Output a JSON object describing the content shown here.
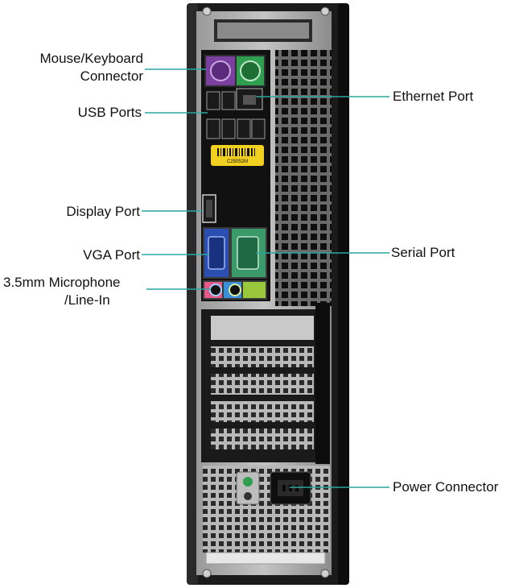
{
  "labels": {
    "mouse_keyboard_line1": "Mouse/Keyboard",
    "mouse_keyboard_line2": "Connector",
    "usb_ports": "USB Ports",
    "display_port": "Display Port",
    "vga_port": "VGA Port",
    "microphone_line1": "3.5mm  Microphone",
    "microphone_line2": "/Line-In",
    "ethernet_port": "Ethernet Port",
    "serial_port": "Serial Port",
    "power_connector": "Power Connector"
  },
  "sticker_code": "C25052M",
  "colors": {
    "leader_line": "#2aa7a0",
    "case": "#1b1b1b",
    "ps2_mouse": "#2f9e4f",
    "ps2_keyboard": "#7b3fa0",
    "vga": "#2b4fb0",
    "serial": "#3a9a6a",
    "mic_pink": "#e55a8a",
    "line_in_blue": "#3b8ed8",
    "line_out_green": "#9ac83c",
    "label_yellow": "#f2d020"
  }
}
